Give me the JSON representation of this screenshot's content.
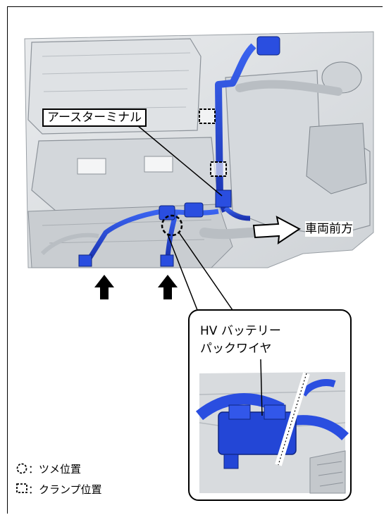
{
  "labels": {
    "earth_terminal": "アースターミナル",
    "vehicle_front": "車両前方",
    "hv_battery_line1": "HV バッテリー",
    "hv_battery_line2": "パックワイヤ"
  },
  "legend": {
    "claw_position": "：ツメ位置",
    "clamp_position": "：クランプ位置"
  },
  "icons": {
    "claw": "dashed-circle-icon",
    "clamp": "dashed-square-icon",
    "arrows": "up-arrow-icon"
  },
  "colors": {
    "wire_blue": "#1e3fd0",
    "engine_gray": "#c9cdd1"
  }
}
